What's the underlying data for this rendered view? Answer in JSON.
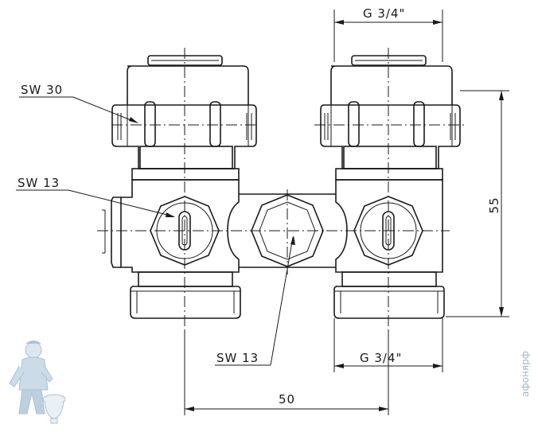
{
  "labels": {
    "sw30": "SW 30",
    "sw13_left": "SW 13",
    "sw13_center": "SW 13",
    "thread_top": "G 3/4\"",
    "thread_bottom": "G 3/4\"",
    "height_dim": "55",
    "spacing_dim": "50"
  },
  "watermark": {
    "text": "афонярф"
  },
  "icons": {
    "mascot": "plumber-mascot-icon"
  },
  "colors": {
    "line": "#1a1a1a",
    "mascot": "#9fb7cc"
  }
}
